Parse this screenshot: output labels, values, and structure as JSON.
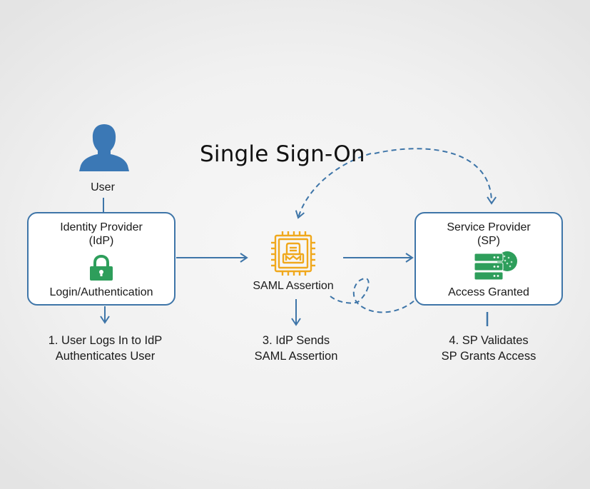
{
  "diagram": {
    "title": "Single Sign-On",
    "colors": {
      "connector": "#3e75a8",
      "user_icon": "#3b78b5",
      "lock_icon": "#2e9e5b",
      "saml_icon": "#f0a81c",
      "server_icon": "#2e9e5b",
      "box_border": "#3e75a8"
    },
    "user": {
      "label": "User",
      "icon": "user-silhouette-icon"
    },
    "idp": {
      "title": "Identity Provider",
      "subtitle": "(IdP)",
      "caption": "Login/Authentication",
      "icon": "padlock-icon"
    },
    "saml": {
      "label": "SAML Assertion",
      "icon": "saml-chip-document-icon"
    },
    "sp": {
      "title": "Service Provider",
      "subtitle": "(SP)",
      "caption": "Access Granted",
      "icon": "server-stack-icon"
    },
    "steps": [
      {
        "line1": "1. User Logs In to IdP",
        "line2": "Authenticates User"
      },
      {
        "line1": "3. IdP Sends",
        "line2": "SAML Assertion"
      },
      {
        "line1": "4. SP Validates",
        "line2": "SP Grants Access"
      }
    ],
    "edges": [
      {
        "from": "User",
        "to": "Identity Provider",
        "style": "solid"
      },
      {
        "from": "Identity Provider",
        "to": "SAML Assertion",
        "style": "solid-arrow"
      },
      {
        "from": "SAML Assertion",
        "to": "Service Provider",
        "style": "solid-arrow"
      },
      {
        "from": "Single Sign-On",
        "to": "SAML Assertion",
        "style": "dashed-arrow"
      },
      {
        "from": "Single Sign-On",
        "to": "Service Provider",
        "style": "dashed-arrow"
      },
      {
        "from": "SAML Assertion",
        "to": "Service Provider",
        "style": "dashed-loop"
      },
      {
        "from": "Identity Provider",
        "to": "Step 1",
        "style": "solid-arrow"
      },
      {
        "from": "SAML Assertion",
        "to": "Step 3",
        "style": "solid-arrow"
      },
      {
        "from": "Service Provider",
        "to": "Step 4",
        "style": "solid"
      }
    ]
  }
}
